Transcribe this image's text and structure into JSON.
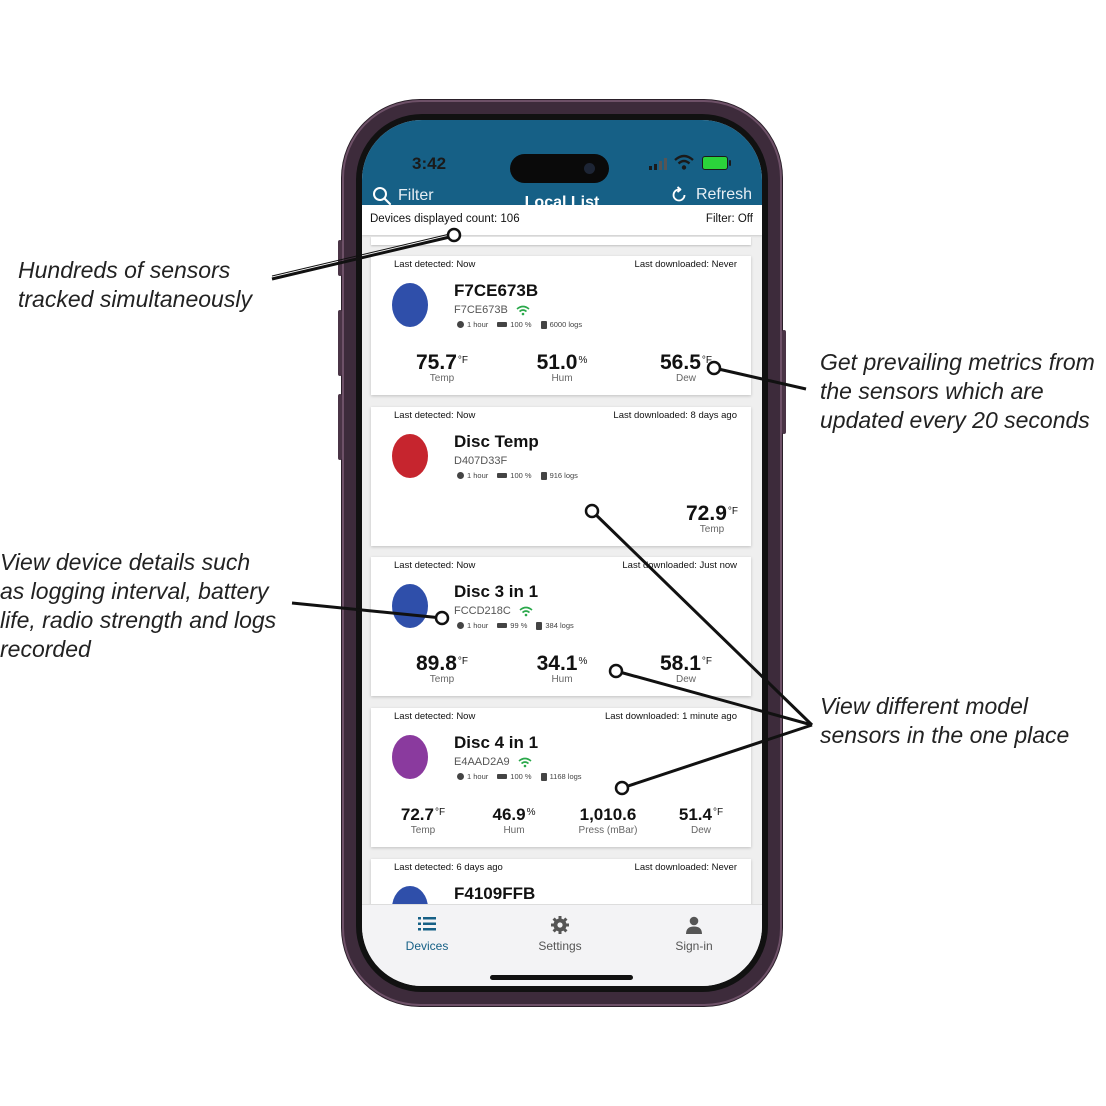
{
  "annotations": {
    "sensors_tracked": [
      "Hundreds of sensors",
      "tracked simultaneously"
    ],
    "prevailing_metrics": [
      "Get prevailing metrics from",
      "the sensors which are",
      "updated every 20 seconds"
    ],
    "device_details": [
      "View device details such",
      "as logging interval, battery",
      "life, radio strength and logs",
      "recorded"
    ],
    "different_models": [
      "View different model",
      "sensors in the one place"
    ]
  },
  "status_bar": {
    "time": "3:42"
  },
  "header": {
    "filter_label": "Filter",
    "title": "Local List",
    "refresh_label": "Refresh"
  },
  "list_status": {
    "count_text": "Devices displayed count: 106",
    "filter_text": "Filter: Off"
  },
  "colors": {
    "header": "#166086",
    "disc_blue": "#2f4faa",
    "disc_red": "#c6252e",
    "disc_purple": "#8a3a9e",
    "wifi_green": "#2aa84a"
  },
  "devices": [
    {
      "last_detected": "Last detected: Now",
      "last_downloaded": "Last downloaded: Never",
      "disc_color": "blue",
      "name": "F7CE673B",
      "id": "F7CE673B",
      "interval": "1 hour",
      "battery": "100 %",
      "logs": "6000 logs",
      "readings": [
        {
          "value": "75.7",
          "unit": "°F",
          "label": "Temp"
        },
        {
          "value": "51.0",
          "unit": "%",
          "label": "Hum"
        },
        {
          "value": "56.5",
          "unit": "°F",
          "label": "Dew"
        }
      ]
    },
    {
      "last_detected": "Last detected: Now",
      "last_downloaded": "Last downloaded: 8 days ago",
      "disc_color": "red",
      "name": "Disc Temp",
      "id": "D407D33F",
      "interval": "1 hour",
      "battery": "100 %",
      "logs": "916 logs",
      "readings": [
        {
          "value": "72.9",
          "unit": "°F",
          "label": "Temp"
        }
      ]
    },
    {
      "last_detected": "Last detected: Now",
      "last_downloaded": "Last downloaded: Just now",
      "disc_color": "blue",
      "name": "Disc 3 in 1",
      "id": "FCCD218C",
      "interval": "1 hour",
      "battery": "99 %",
      "logs": "384 logs",
      "readings": [
        {
          "value": "89.8",
          "unit": "°F",
          "label": "Temp"
        },
        {
          "value": "34.1",
          "unit": "%",
          "label": "Hum"
        },
        {
          "value": "58.1",
          "unit": "°F",
          "label": "Dew"
        }
      ]
    },
    {
      "last_detected": "Last detected: Now",
      "last_downloaded": "Last downloaded: 1 minute ago",
      "disc_color": "purple",
      "name": "Disc 4 in 1",
      "id": "E4AAD2A9",
      "interval": "1 hour",
      "battery": "100 %",
      "logs": "1168 logs",
      "readings": [
        {
          "value": "72.7",
          "unit": "°F",
          "label": "Temp"
        },
        {
          "value": "46.9",
          "unit": "%",
          "label": "Hum"
        },
        {
          "value": "1,010.6",
          "unit": "",
          "label": "Press (mBar)"
        },
        {
          "value": "51.4",
          "unit": "°F",
          "label": "Dew"
        }
      ]
    },
    {
      "last_detected": "Last detected: 6 days ago",
      "last_downloaded": "Last downloaded: Never",
      "disc_color": "blue",
      "name": "F4109FFB"
    }
  ],
  "tabs": [
    {
      "label": "Devices",
      "icon": "list-icon",
      "active": true
    },
    {
      "label": "Settings",
      "icon": "gear-icon",
      "active": false
    },
    {
      "label": "Sign-in",
      "icon": "person-icon",
      "active": false
    }
  ]
}
